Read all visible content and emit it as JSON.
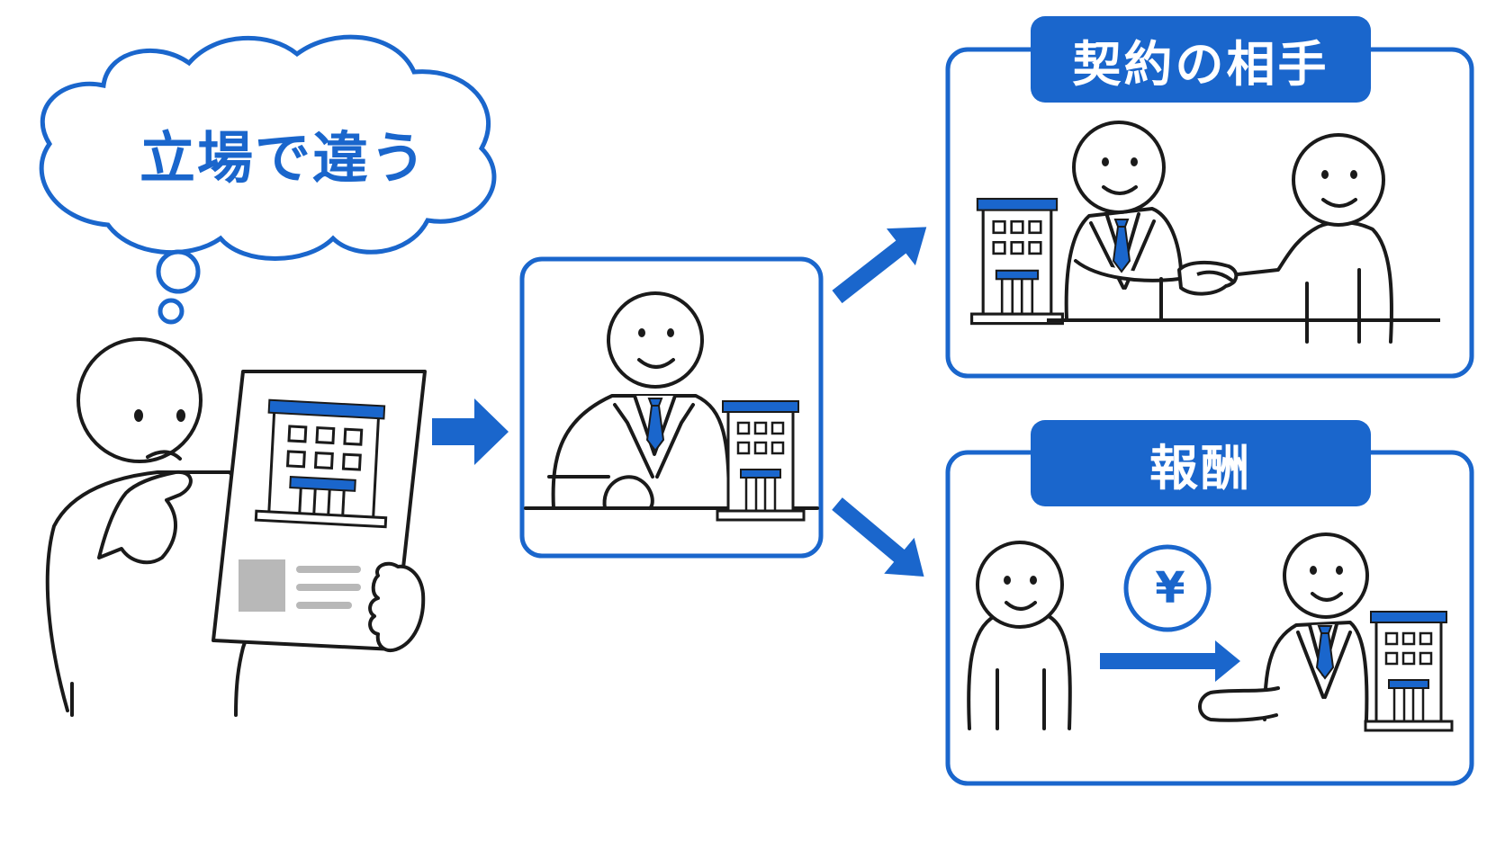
{
  "thought": {
    "text": "立場で違う"
  },
  "panels": {
    "contract": {
      "title": "契約の相手"
    },
    "reward": {
      "title": "報酬",
      "currency_symbol": "¥"
    }
  },
  "colors": {
    "accent": "#1a66cc",
    "line": "#1a1a1a",
    "gray": "#b8b8b8"
  }
}
